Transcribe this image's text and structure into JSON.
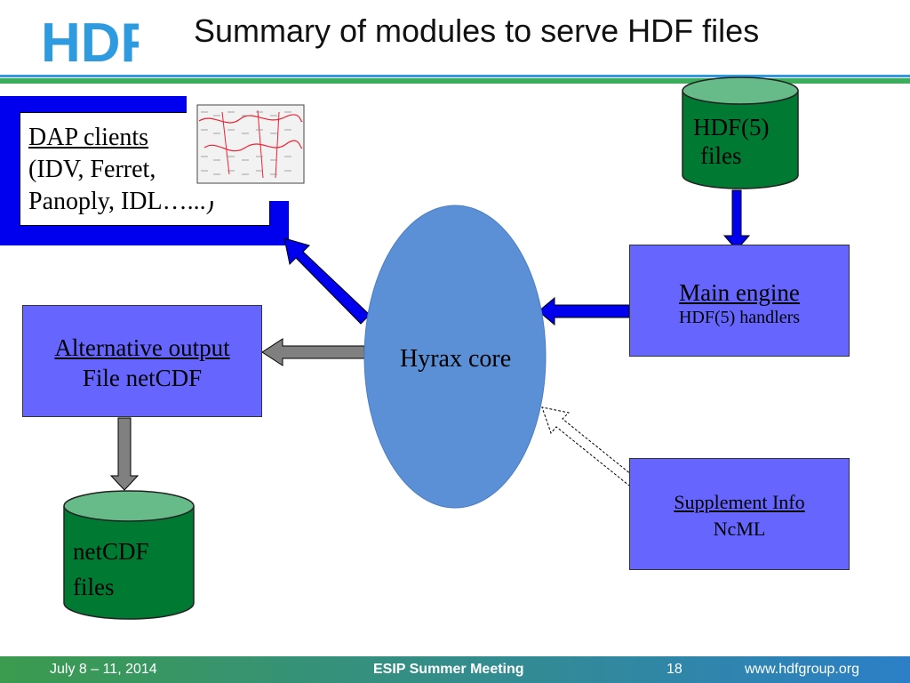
{
  "slide": {
    "title": "Summary of modules to serve HDF files",
    "logo_text": "HDF"
  },
  "nodes": {
    "dap_clients": {
      "title": "DAP clients",
      "line2": "(IDV, Ferret,",
      "line3": "Panoply, IDL…...)"
    },
    "hdf5_files": {
      "line1": "HDF(5)",
      "line2": "files"
    },
    "hyrax_core": {
      "label": "Hyrax core"
    },
    "main_engine": {
      "title": "Main engine",
      "subtitle": "HDF(5) handlers"
    },
    "alternative_output": {
      "title": "Alternative output",
      "subtitle": "File netCDF"
    },
    "netcdf_files": {
      "line1": "netCDF",
      "line2": "files"
    },
    "supplement_info": {
      "title": "Supplement Info",
      "subtitle": "NcML"
    }
  },
  "footer": {
    "date": "July 8 – 11, 2014",
    "event": "ESIP Summer Meeting",
    "page": "18",
    "url": "www.hdfgroup.org"
  },
  "colors": {
    "box_fill": "#6666ff",
    "cylinder_fill": "#007a32",
    "cylinder_top": "#66bb88",
    "hyrax_fill": "#5b8fd6",
    "arrow_blue": "#0000ee",
    "arrow_gray": "#808080",
    "logo_blue": "#2e9be0",
    "logo_green": "#3cad5a"
  }
}
